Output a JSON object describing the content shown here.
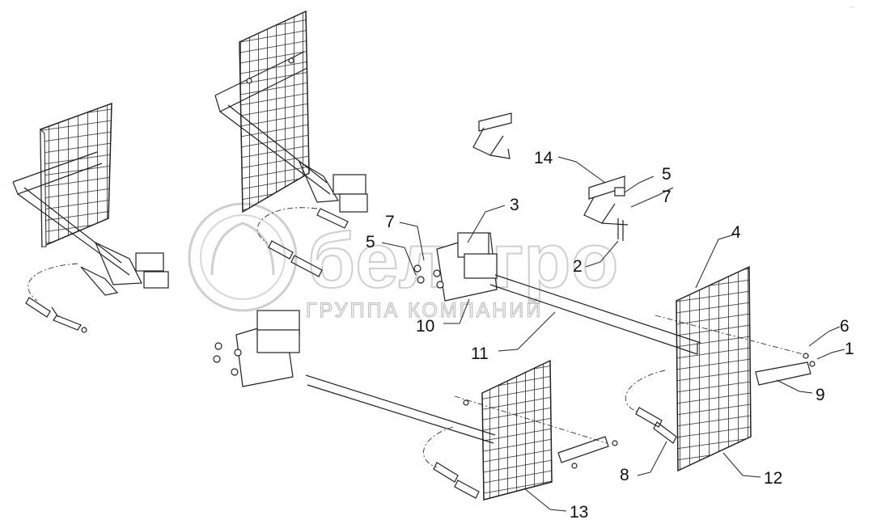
{
  "watermark": {
    "brand_word": "белагро",
    "subtitle": "ГРУППА КОМПАНИЙ"
  },
  "corner_mark": "…",
  "callouts": [
    {
      "id": "1",
      "text": "1"
    },
    {
      "id": "2",
      "text": "2"
    },
    {
      "id": "3",
      "text": "3"
    },
    {
      "id": "4",
      "text": "4"
    },
    {
      "id": "5a",
      "text": "5"
    },
    {
      "id": "5b",
      "text": "5"
    },
    {
      "id": "6",
      "text": "6"
    },
    {
      "id": "7a",
      "text": "7"
    },
    {
      "id": "7b",
      "text": "7"
    },
    {
      "id": "8",
      "text": "8"
    },
    {
      "id": "9",
      "text": "9"
    },
    {
      "id": "10",
      "text": "10"
    },
    {
      "id": "11",
      "text": "11"
    },
    {
      "id": "12",
      "text": "12"
    },
    {
      "id": "13",
      "text": "13"
    },
    {
      "id": "14",
      "text": "14"
    }
  ]
}
